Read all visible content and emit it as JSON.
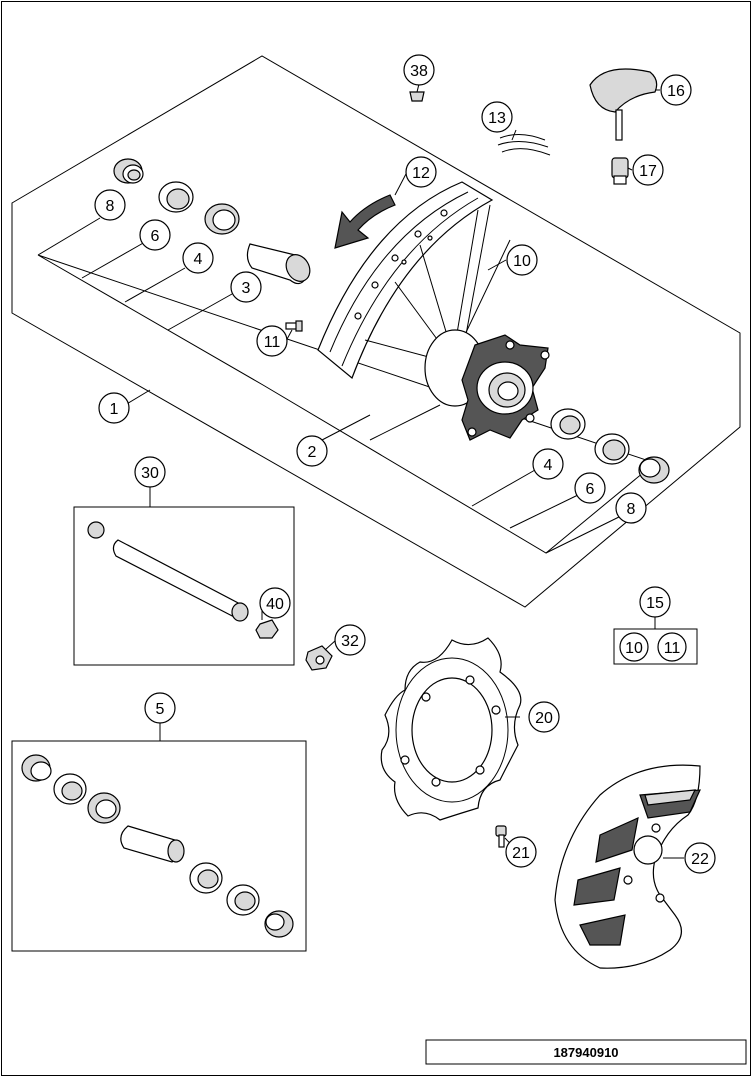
{
  "diagram": {
    "document_number": "187940910",
    "callouts": {
      "c38": "38",
      "c16": "16",
      "c13": "13",
      "c17": "17",
      "c12": "12",
      "c8a": "8",
      "c6a": "6",
      "c4a": "4",
      "c3": "3",
      "c10": "10",
      "c11": "11",
      "c1": "1",
      "c2": "2",
      "c4b": "4",
      "c6b": "6",
      "c8b": "8",
      "c30": "30",
      "c40": "40",
      "c32": "32",
      "c15": "15",
      "c15_10": "10",
      "c15_11": "11",
      "c5": "5",
      "c20": "20",
      "c21": "21",
      "c22": "22"
    }
  }
}
